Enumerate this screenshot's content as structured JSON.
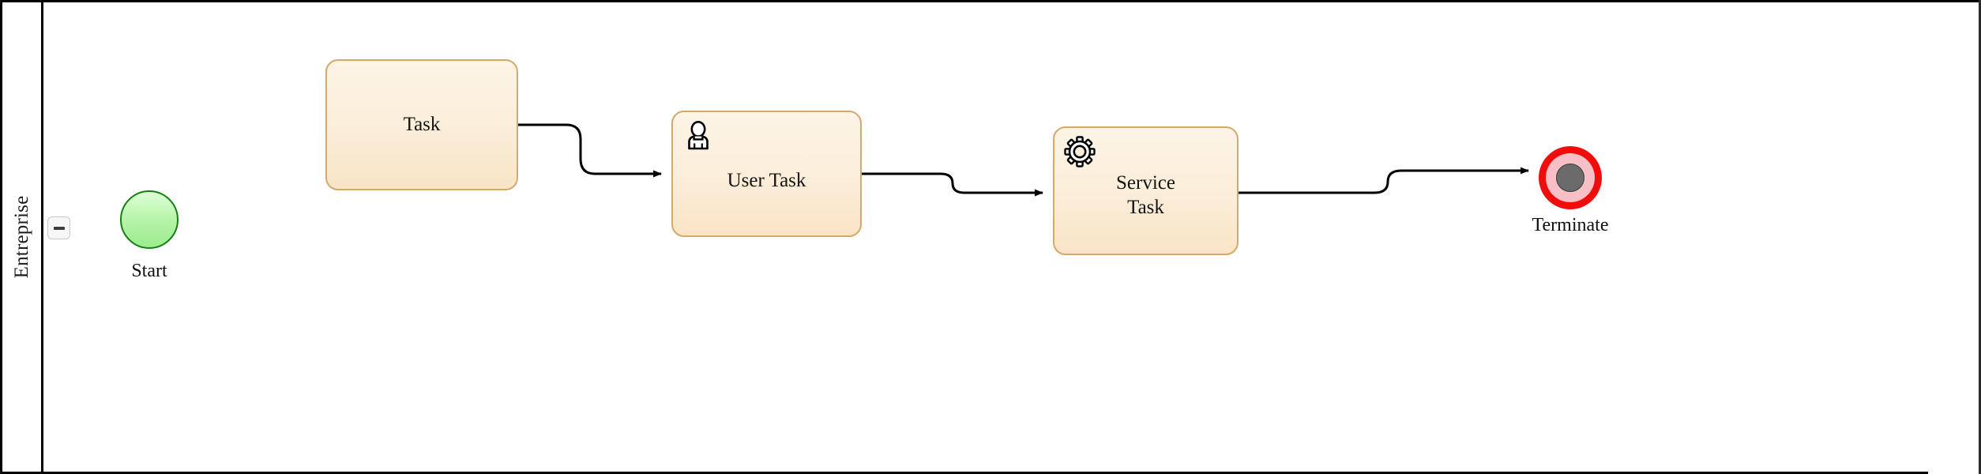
{
  "diagram": {
    "type": "bpmn-process",
    "pool": {
      "name": "Entreprise",
      "collapse_button": {
        "icon": "minus-icon",
        "state": "expanded"
      }
    },
    "nodes": [
      {
        "id": "start",
        "kind": "start-event",
        "label": "Start",
        "label_position": "below",
        "icon": null
      },
      {
        "id": "task",
        "kind": "task",
        "label": "Task",
        "label_position": "inside",
        "icon": null
      },
      {
        "id": "userTask",
        "kind": "user-task",
        "label": "User Task",
        "label_position": "inside",
        "icon": "user-icon"
      },
      {
        "id": "svcTask",
        "kind": "service-task",
        "label": "Service\nTask",
        "label_position": "inside",
        "icon": "gear-icon"
      },
      {
        "id": "end",
        "kind": "terminate-end-event",
        "label": "Terminate",
        "label_position": "below",
        "icon": "terminate-icon"
      }
    ],
    "flows": [
      {
        "from": "task",
        "to": "userTask"
      },
      {
        "from": "userTask",
        "to": "svcTask"
      },
      {
        "from": "svcTask",
        "to": "end"
      }
    ],
    "colors": {
      "task_fill": "#fbeeda",
      "task_border": "#d4a96a",
      "start_fill": "#b4f2a6",
      "start_border": "#128012",
      "end_ring": "#f20d0d",
      "end_inner": "#f9bfc6",
      "end_core": "#6b6b6b",
      "flow_line": "#000000",
      "pool_border": "#000000",
      "canvas_bg": "#ffffff"
    }
  }
}
